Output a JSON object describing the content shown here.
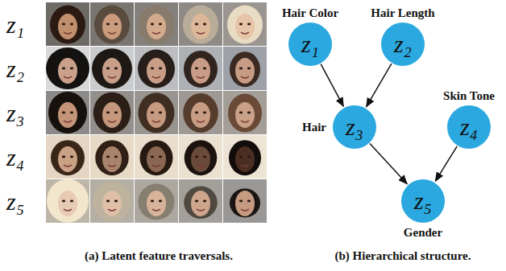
{
  "diagram": {
    "nodes": [
      {
        "text": [
          "Hair Color",
          "z₁"
        ]
      },
      {
        "text": [
          "Hair Length",
          "z₂"
        ]
      },
      {
        "text": [
          "Hair",
          "z₃"
        ]
      },
      {
        "text": [
          "Skin Tone",
          "z₄"
        ]
      },
      {
        "text": [
          "Gender",
          "z₅"
        ]
      }
    ],
    "edges": [
      {
        "from": 0,
        "to": 2,
        "arrow": "to"
      },
      {
        "from": 1,
        "to": 2,
        "arrow": "to"
      },
      {
        "from": 2,
        "to": 4,
        "arrow": "to"
      },
      {
        "from": 3,
        "to": 4,
        "arrow": "to"
      }
    ],
    "labels": [
      "z₁",
      "z₂",
      "z₃",
      "z₄",
      "z₅",
      "(a) Latent feature traversals.",
      "(b) Hierarchical structure."
    ]
  }
}
